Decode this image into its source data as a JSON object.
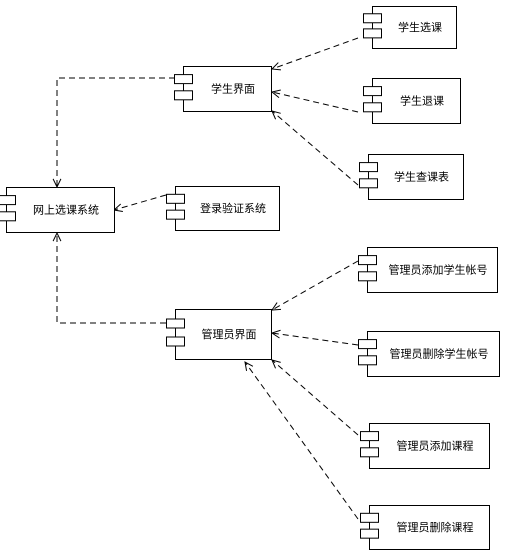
{
  "components": [
    {
      "id": "xuesheng-xuanke",
      "label": "学生选课"
    },
    {
      "id": "xuesheng-jiemian",
      "label": "学生界面"
    },
    {
      "id": "xuesheng-tuike",
      "label": "学生退课"
    },
    {
      "id": "xuesheng-chakebiao",
      "label": "学生查课表"
    },
    {
      "id": "wangshang-xuanke-xitong",
      "label": "网上选课系统"
    },
    {
      "id": "denglu-yanzheng-xitong",
      "label": "登录验证系统"
    },
    {
      "id": "guanliyuan-tianjia-xuesheng",
      "label": "管理员添加学生帐号"
    },
    {
      "id": "guanliyuan-jiemian",
      "label": "管理员界面"
    },
    {
      "id": "guanliyuan-shanchu-xuesheng",
      "label": "管理员删除学生帐号"
    },
    {
      "id": "guanliyuan-tianjia-kecheng",
      "label": "管理员添加课程"
    },
    {
      "id": "guanliyuan-shanchu-kecheng",
      "label": "管理员删除课程"
    }
  ],
  "dependencies": [
    {
      "from": "xuesheng-xuanke",
      "to": "xuesheng-jiemian"
    },
    {
      "from": "xuesheng-tuike",
      "to": "xuesheng-jiemian"
    },
    {
      "from": "xuesheng-chakebiao",
      "to": "xuesheng-jiemian"
    },
    {
      "from": "xuesheng-jiemian",
      "to": "wangshang-xuanke-xitong"
    },
    {
      "from": "denglu-yanzheng-xitong",
      "to": "wangshang-xuanke-xitong"
    },
    {
      "from": "guanliyuan-jiemian",
      "to": "wangshang-xuanke-xitong"
    },
    {
      "from": "guanliyuan-tianjia-xuesheng",
      "to": "guanliyuan-jiemian"
    },
    {
      "from": "guanliyuan-shanchu-xuesheng",
      "to": "guanliyuan-jiemian"
    },
    {
      "from": "guanliyuan-tianjia-kecheng",
      "to": "guanliyuan-jiemian"
    },
    {
      "from": "guanliyuan-shanchu-kecheng",
      "to": "guanliyuan-jiemian"
    }
  ]
}
